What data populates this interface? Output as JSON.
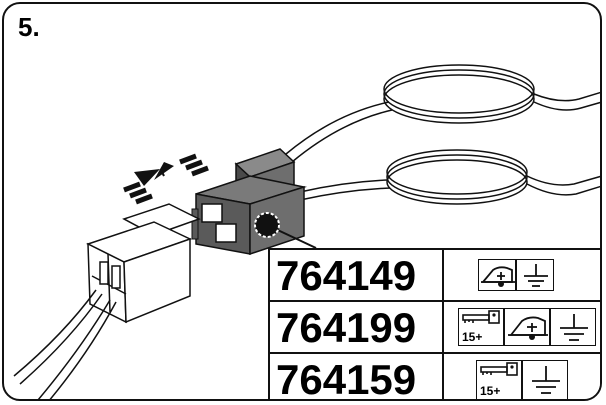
{
  "step": {
    "number": "5."
  },
  "products": [
    {
      "code": "764149",
      "symbols": [
        "trailer-icon",
        "ground-icon"
      ]
    },
    {
      "code": "764199",
      "symbols": [
        "ignition-key-icon",
        "trailer-icon",
        "ground-icon"
      ],
      "key_label": "15+"
    },
    {
      "code": "764159",
      "symbols": [
        "ignition-key-icon",
        "ground-icon"
      ],
      "key_label": "15+"
    }
  ],
  "colors": {
    "connector": "#6e6e6e",
    "connector_dark": "#4a4a4a",
    "line": "#111111"
  }
}
